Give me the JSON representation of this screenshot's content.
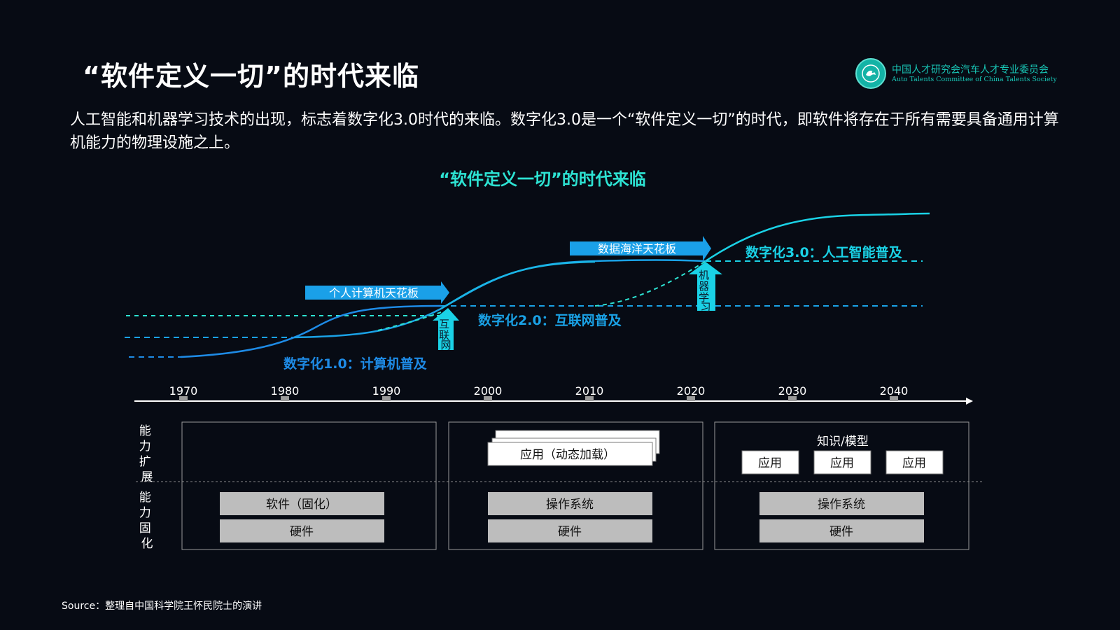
{
  "page": {
    "title": "“软件定义一切”的时代来临",
    "intro": "人工智能和机器学习技术的出现，标志着数字化3.0时代的来临。数字化3.0是一个“软件定义一切”的时代，即软件将存在于所有需要具备通用计算机能力的物理设施之上。",
    "footer": "Source：整理自中国科学院王怀民院士的演讲"
  },
  "logo": {
    "name_cn": "中国人才研究会汽车人才专业委员会",
    "name_en": "Auto Talents Committee of China Talents Society",
    "icon": "society-emblem-icon"
  },
  "diagram": {
    "title": "“软件定义一切”的时代来临",
    "timeline_years": [
      "1970",
      "1980",
      "1990",
      "2000",
      "2010",
      "2020",
      "2030",
      "2040"
    ],
    "eras": {
      "era1": "数字化1.0：计算机普及",
      "era2": "数字化2.0：互联网普及",
      "era3": "数字化3.0：人工智能普及"
    },
    "ceilings": {
      "pc": "个人计算机天花板",
      "data_ocean": "数据海洋天花板"
    },
    "catalysts": {
      "internet": "互联网",
      "ml": "机器学习"
    },
    "side_labels": {
      "expand": "能力扩展",
      "fixed": "能力固化"
    },
    "panels": {
      "p1": {
        "software": "软件（固化）",
        "hardware": "硬件"
      },
      "p2": {
        "app": "应用（动态加载）",
        "os": "操作系统",
        "hardware": "硬件"
      },
      "p3": {
        "knowledge": "知识/模型",
        "apps": [
          "应用",
          "应用",
          "应用"
        ],
        "os": "操作系统",
        "hardware": "硬件"
      }
    }
  },
  "colors": {
    "background": "#070b14",
    "accent_teal": "#2de3d3",
    "era1_blue": "#1e8be6",
    "era2_blue": "#1aa2e6",
    "era3_cyan": "#1ad2e6",
    "arrow_blue": "#1aa0e8",
    "gray_box": "#bdbdbd"
  }
}
